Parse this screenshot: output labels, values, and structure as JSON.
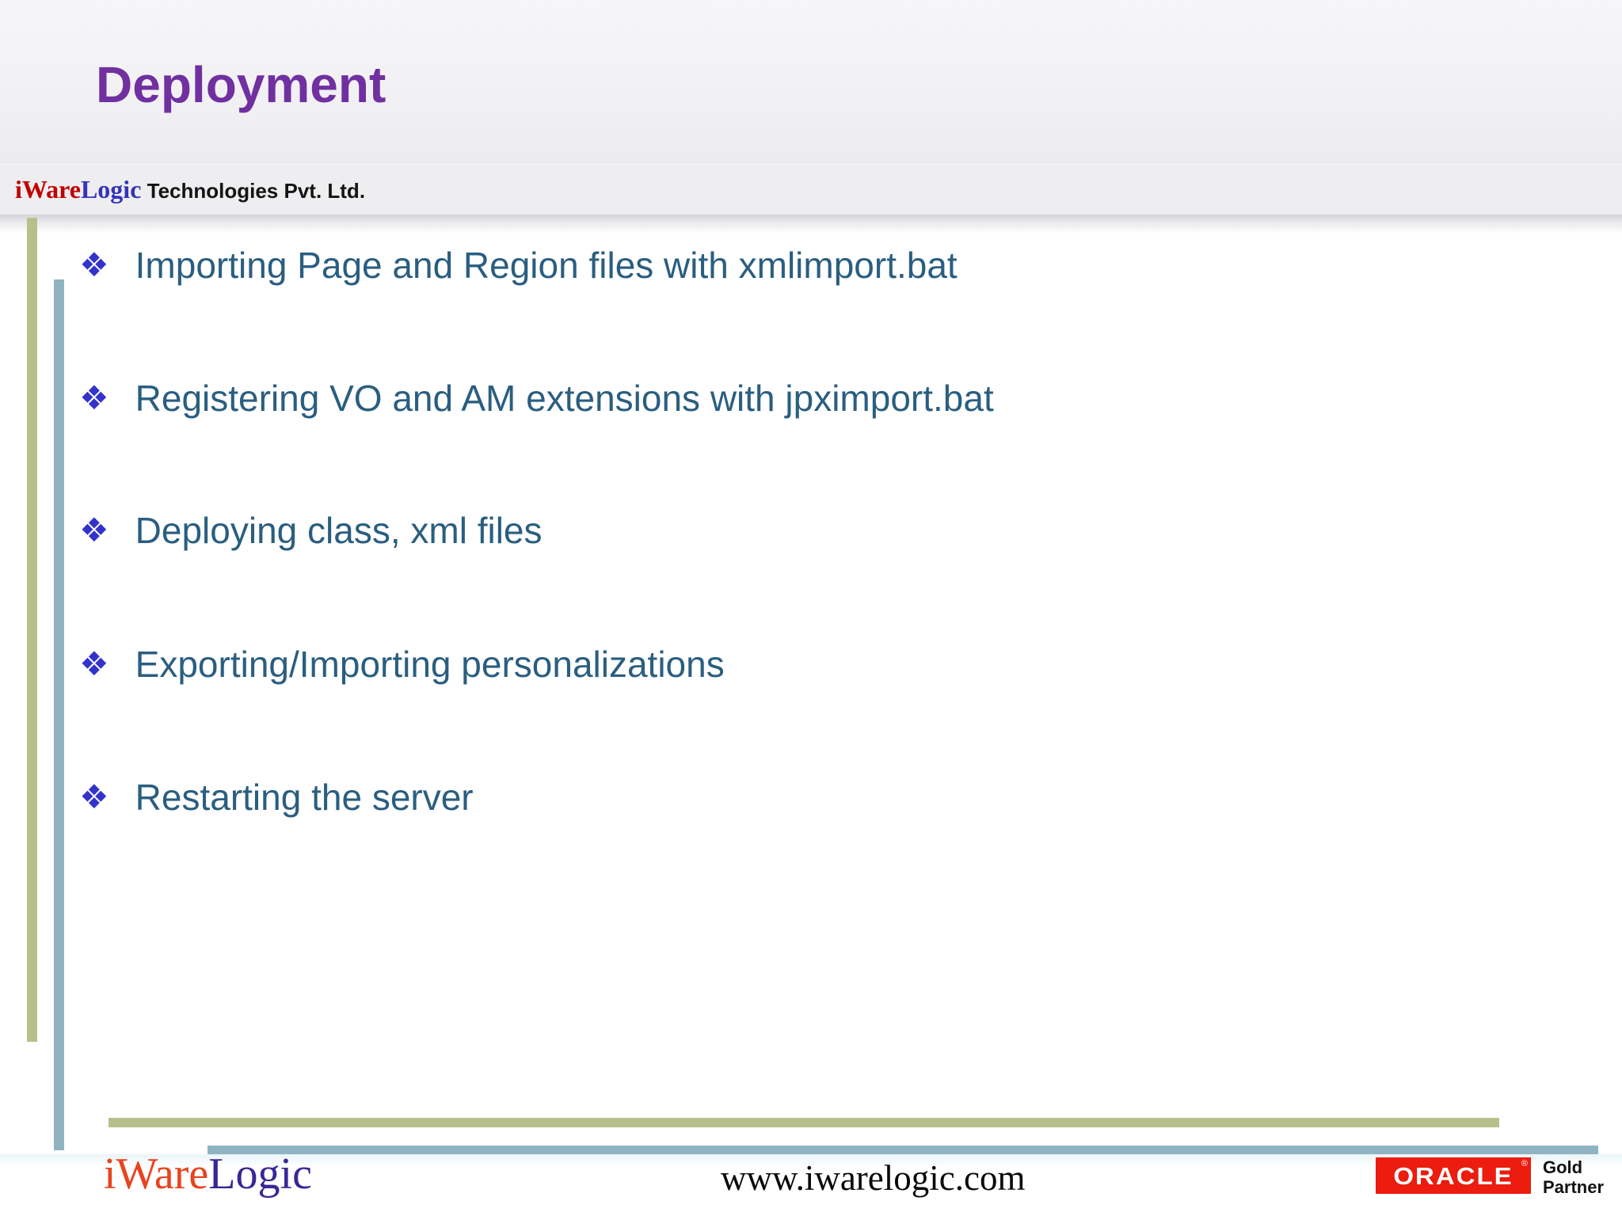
{
  "header": {
    "title": "Deployment",
    "company": {
      "brand_part1": "iWare",
      "brand_part2": "Logic",
      "suffix": " Technologies Pvt. Ltd."
    }
  },
  "bullets": {
    "glyph": "❖",
    "items": [
      {
        "text": "Importing Page and Region files with xmlimport.bat"
      },
      {
        "text": "Registering VO and AM extensions with jpximport.bat"
      },
      {
        "text": "Deploying class, xml files"
      },
      {
        "text": "Exporting/Importing personalizations"
      },
      {
        "text": "Restarting the server"
      }
    ]
  },
  "footer": {
    "logo": {
      "part1": "iWare",
      "part2": "Logic"
    },
    "url": "www.iwarelogic.com",
    "oracle": {
      "wordmark": "ORACLE",
      "registered_mark": "®",
      "partner_line1": "Gold",
      "partner_line2": "Partner"
    }
  },
  "colors": {
    "title_purple": "#7030a0",
    "bullet_text": "#2a5e80",
    "bullet_glyph_blue": "#3333cc",
    "bar_olive": "#b7c08b",
    "bar_teal": "#8fb3c1",
    "brand_red": "#c00000",
    "brand_blue": "#3333bb",
    "logo_orange": "#e8431d",
    "logo_indigo": "#3a2697",
    "oracle_red": "#ec1c0e"
  }
}
